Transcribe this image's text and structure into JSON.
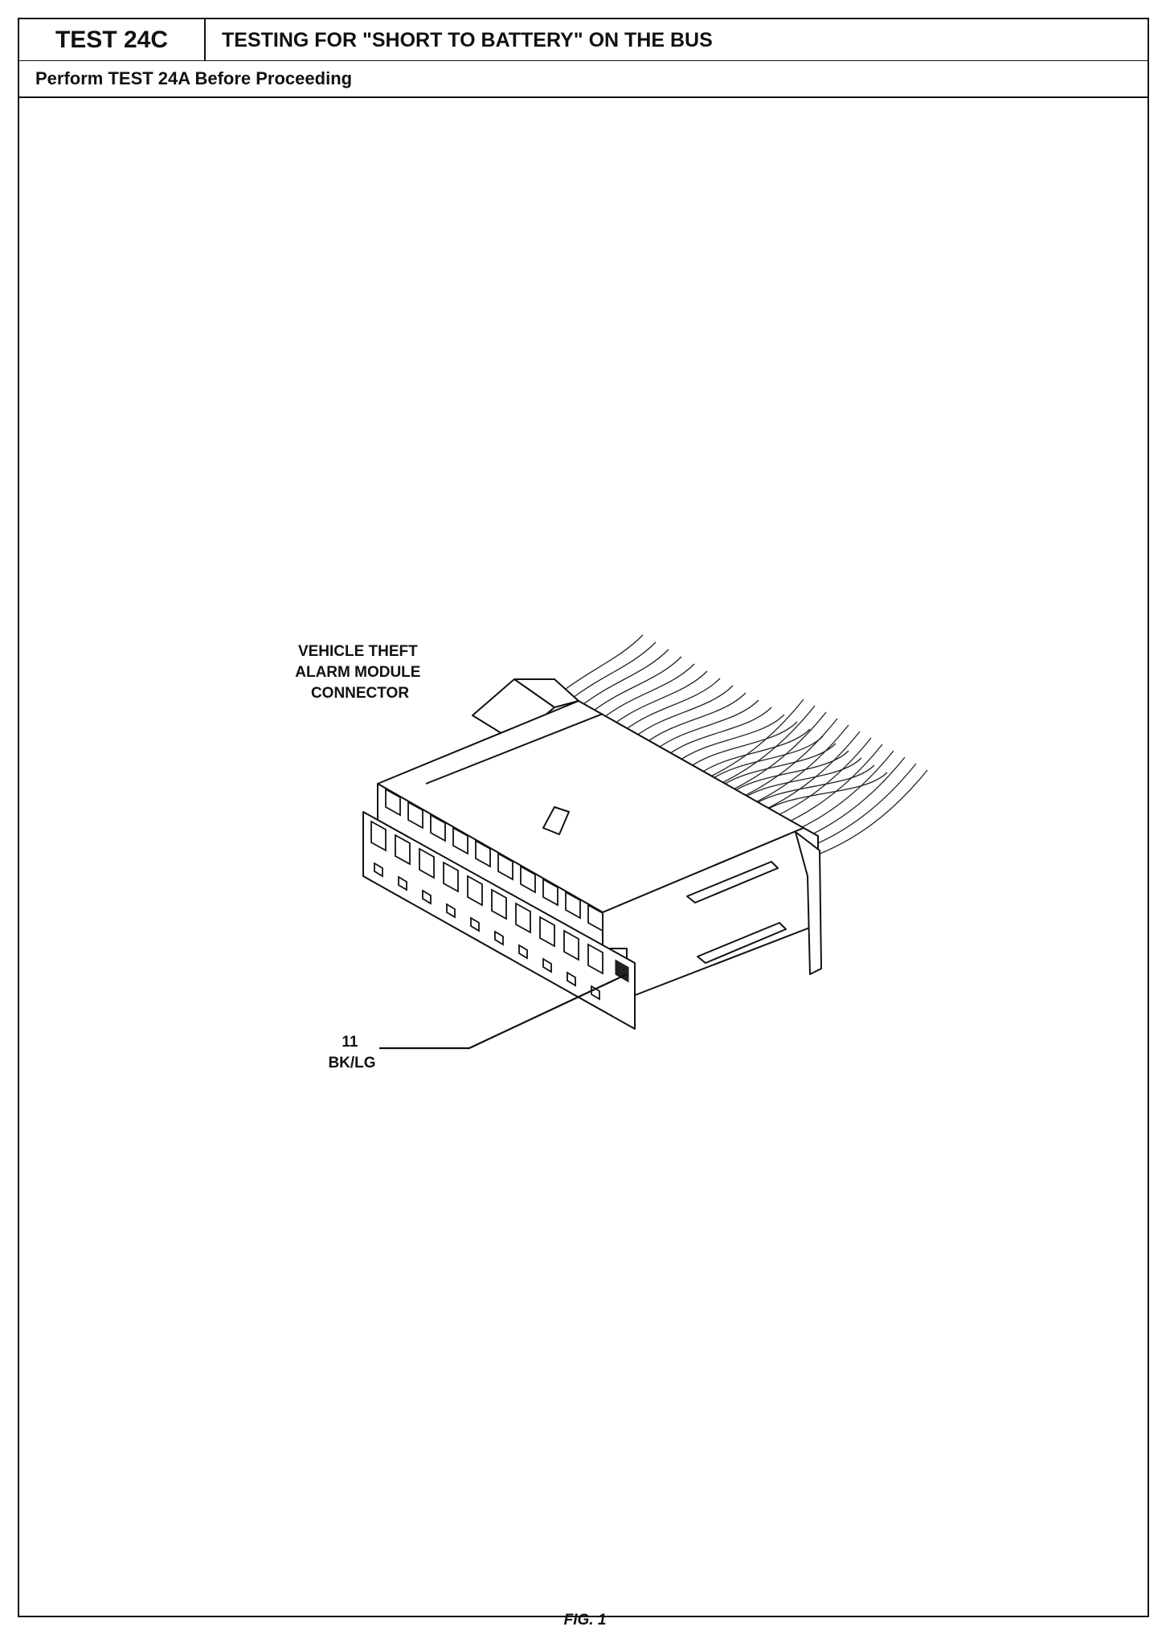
{
  "header": {
    "test_id": "TEST 24C",
    "title": "TESTING FOR \"SHORT TO BATTERY\" ON THE BUS",
    "subtitle": "Perform TEST 24A Before Proceeding"
  },
  "figure": {
    "connector_label_lines": [
      "VEHICLE THEFT",
      "ALARM MODULE",
      "CONNECTOR"
    ],
    "pin_number": "11",
    "pin_wire_color": "BK/LG",
    "caption": "FIG. 1"
  }
}
